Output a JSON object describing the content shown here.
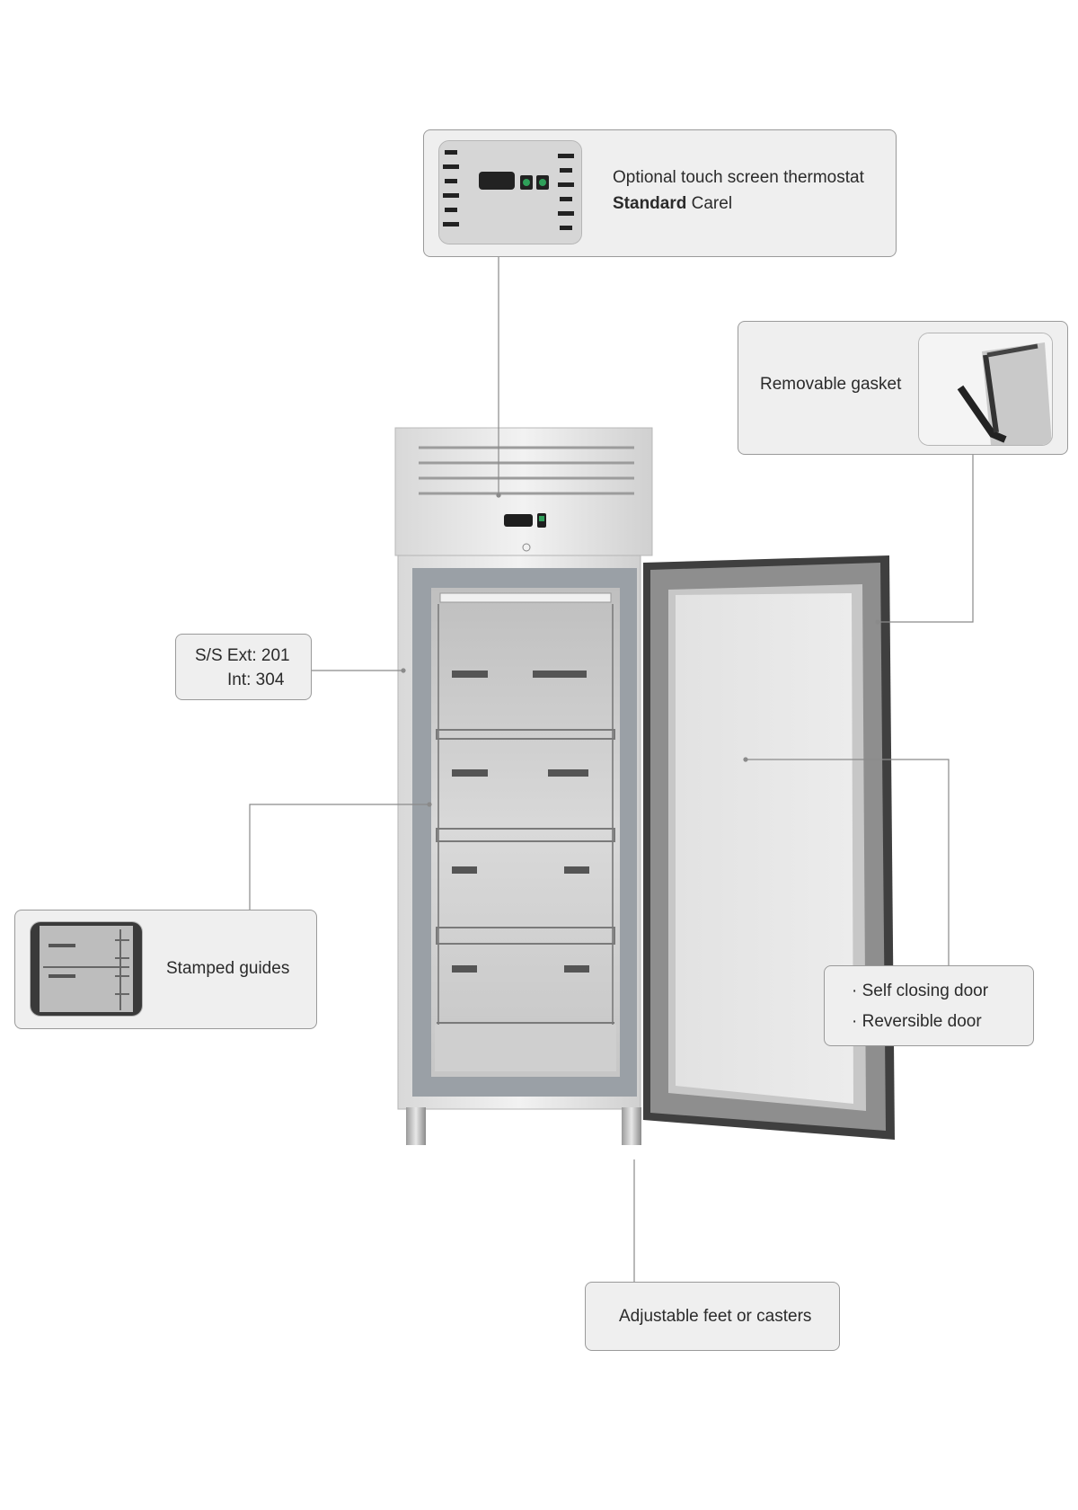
{
  "callouts": {
    "thermostat": {
      "line1": "Optional touch screen thermostat",
      "line2_bold": "Standard",
      "line2_rest": " Carel"
    },
    "gasket": {
      "label": "Removable gasket"
    },
    "steel": {
      "line1": "S/S  Ext: 201",
      "line2": "Int: 304"
    },
    "guides": {
      "label": "Stamped guides"
    },
    "door": {
      "item1": "· Self closing door",
      "item2": "· Reversible door"
    },
    "feet": {
      "label": "Adjustable feet or casters"
    }
  },
  "icons": [
    "thermostat-photo",
    "gasket-photo",
    "stamped-guides-photo"
  ],
  "colors": {
    "callout_bg": "#efefef",
    "callout_border": "#9a9a9a",
    "leader_line": "#8a8a8a",
    "steel": "#e4e4e4",
    "door_gasket": "#5a5a5a"
  }
}
